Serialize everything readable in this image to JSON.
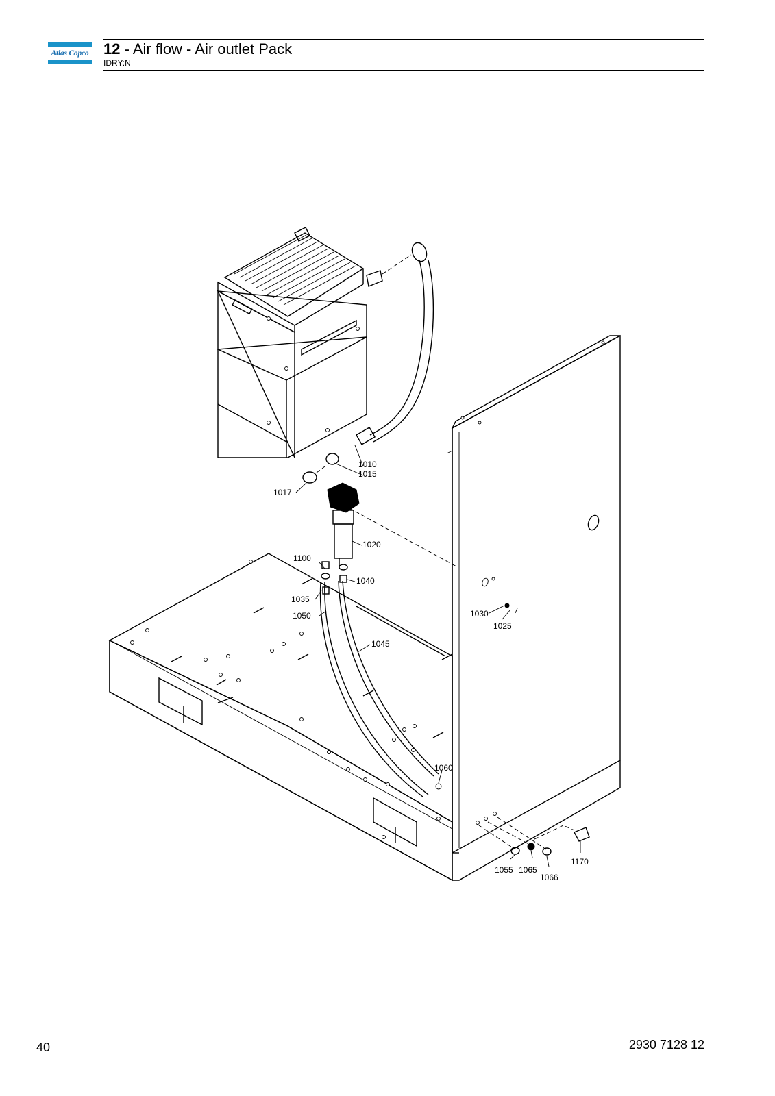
{
  "header": {
    "logo_text": "Atlas Copco",
    "section_number": "12",
    "section_title": " - Air flow - Air outlet Pack",
    "subtitle": "IDRY:N"
  },
  "callouts": {
    "c1010": "1010",
    "c1015": "1015",
    "c1017": "1017",
    "c1020": "1020",
    "c1025": "1025",
    "c1030": "1030",
    "c1035": "1035",
    "c1040": "1040",
    "c1045": "1045",
    "c1050": "1050",
    "c1055": "1055",
    "c1060": "1060",
    "c1065": "1065",
    "c1066": "1066",
    "c1100": "1100",
    "c1170": "1170"
  },
  "footer": {
    "page_number": "40",
    "document_number": "2930 7128 12"
  }
}
